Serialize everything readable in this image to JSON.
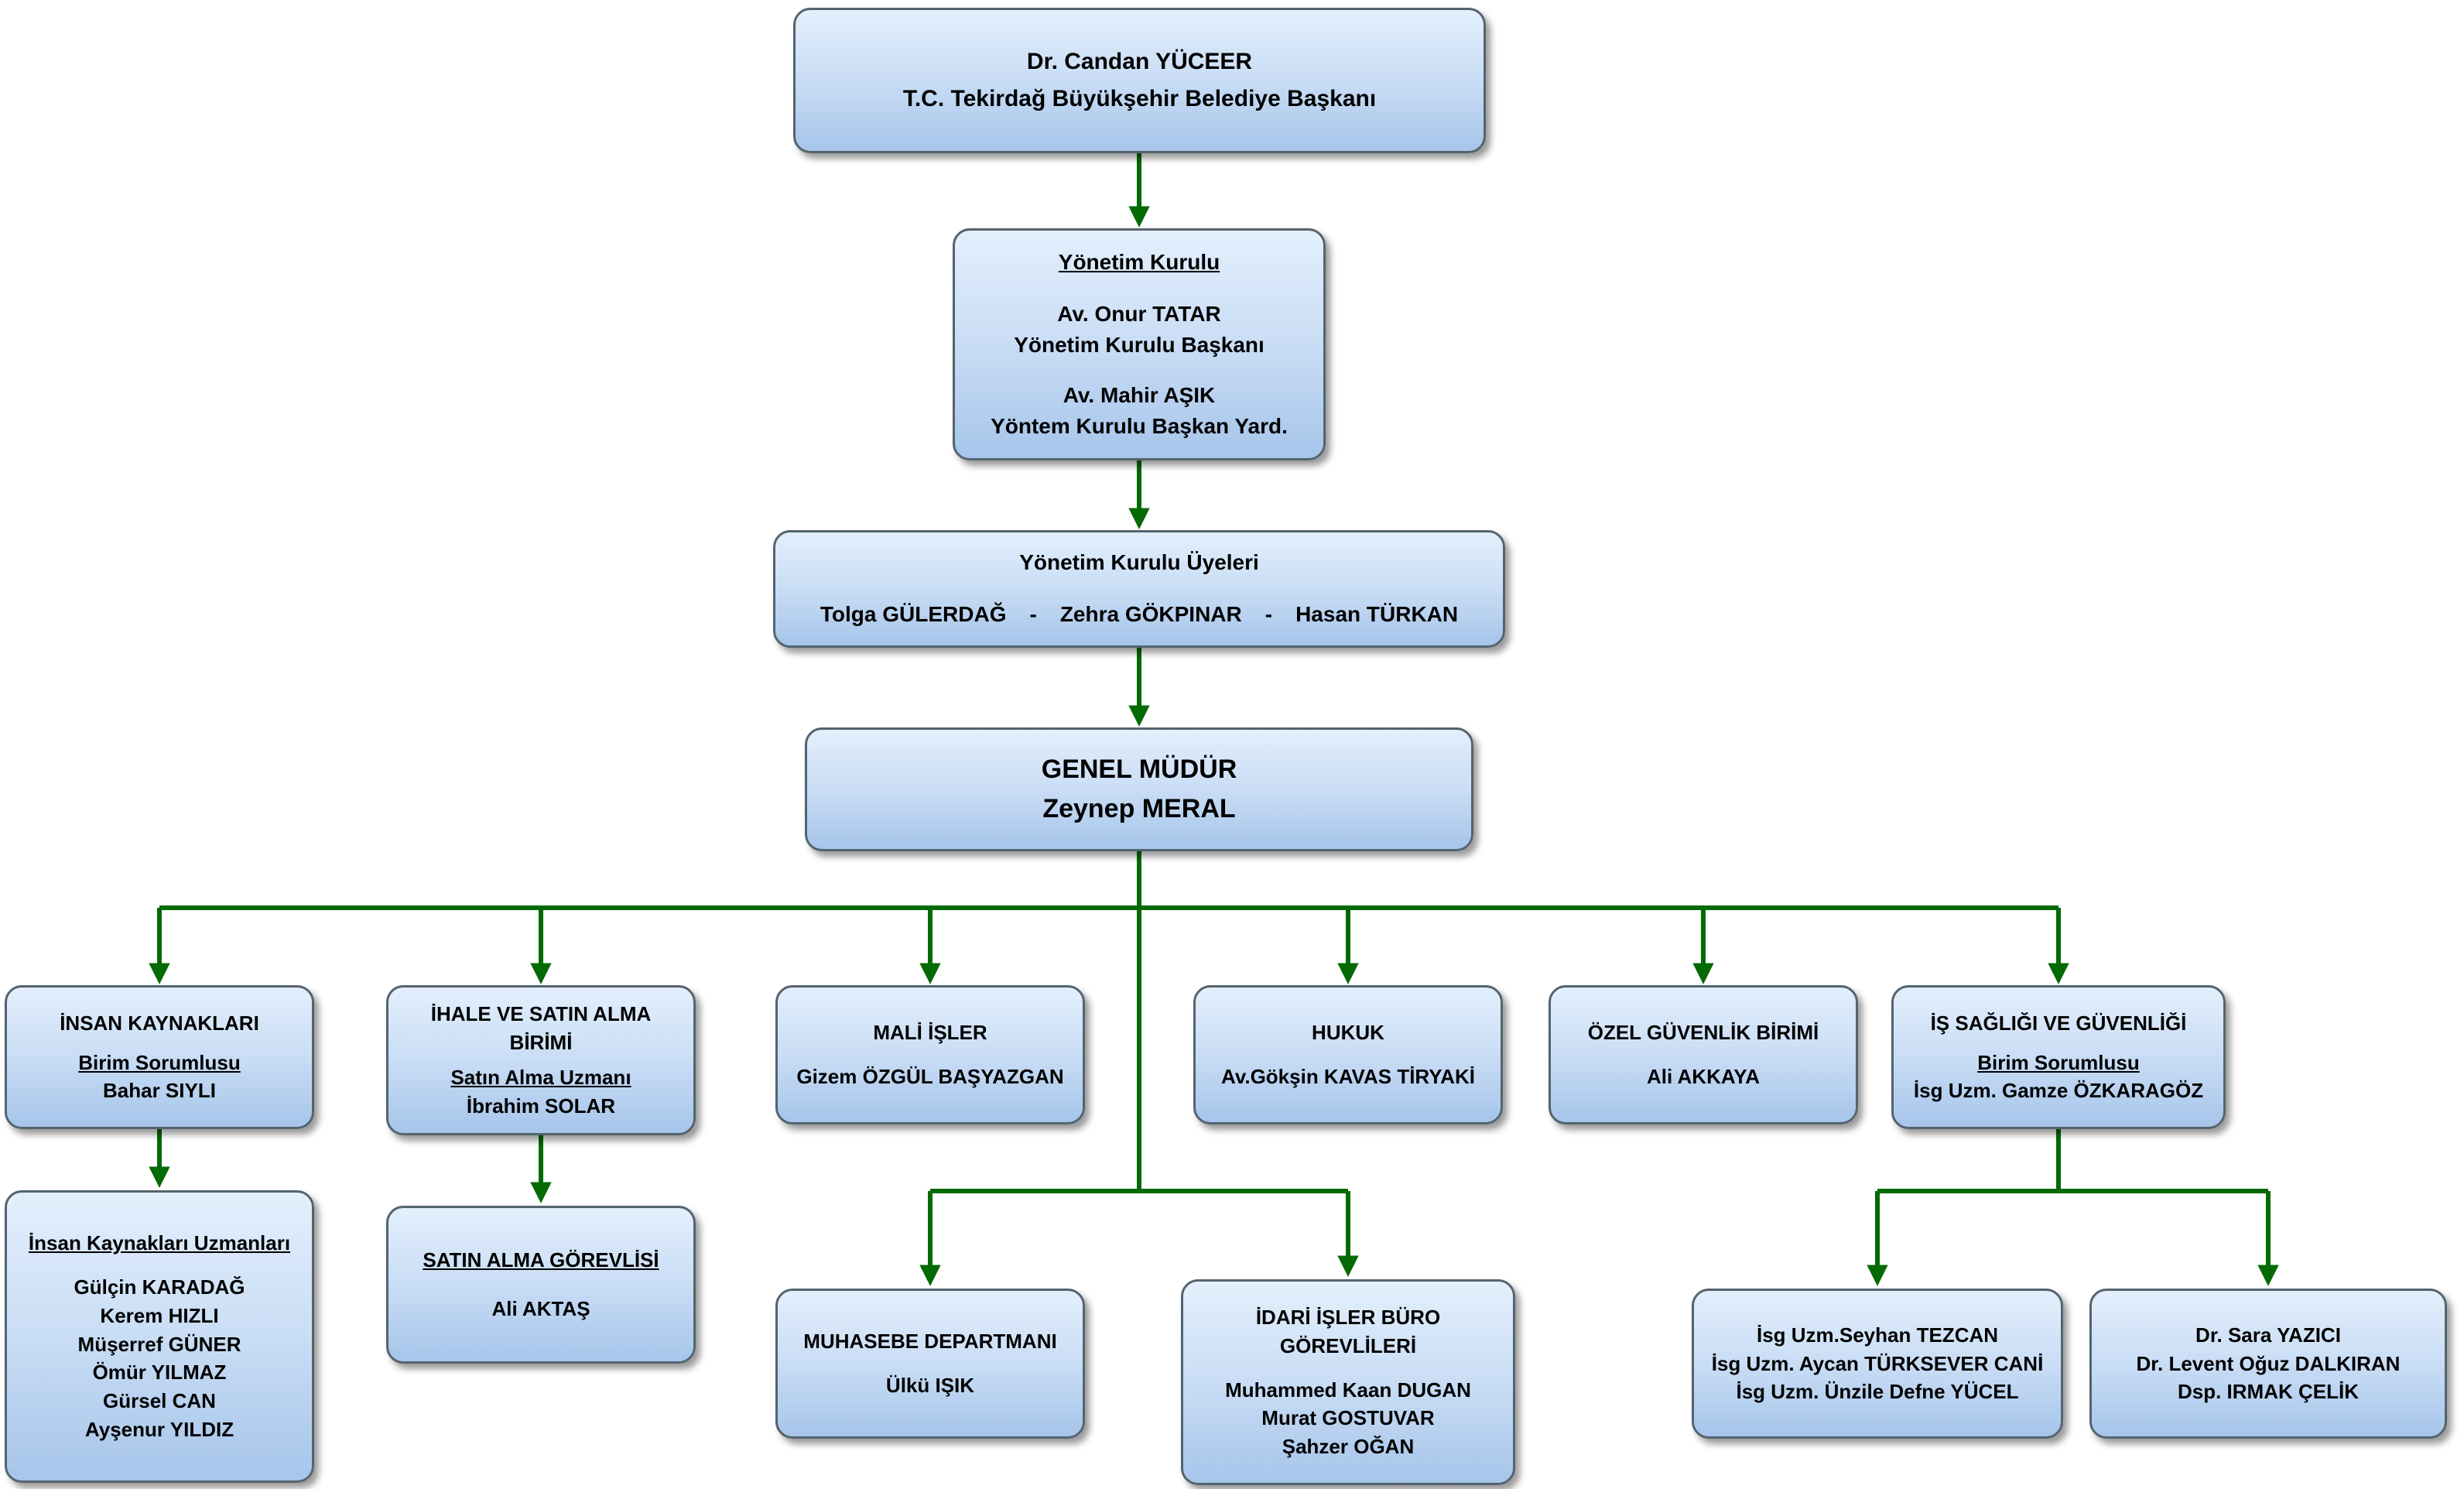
{
  "palette": {
    "connector_green": "#046a04",
    "node_fill_light": "#e3effc",
    "node_fill_dark": "#a6c5ea",
    "node_border": "#54646f",
    "text": "#000000",
    "background": "#ffffff"
  },
  "nodes": {
    "baskan": {
      "name": "Dr. Candan YÜCEER",
      "title": "T.C. Tekirdağ Büyükşehir Belediye Başkanı"
    },
    "yonetim_kurulu": {
      "heading": "Yönetim Kurulu",
      "member1_name": "Av. Onur TATAR",
      "member1_role": "Yönetim Kurulu Başkanı",
      "member2_name": "Av. Mahir AŞIK",
      "member2_role": "Yöntem Kurulu Başkan Yard."
    },
    "yonetim_kurulu_uyeleri": {
      "heading": "Yönetim Kurulu Üyeleri",
      "members": [
        "Tolga GÜLERDAĞ",
        "Zehra GÖKPINAR",
        "Hasan TÜRKAN"
      ],
      "separator": "-"
    },
    "genel_mudur": {
      "title": "GENEL MÜDÜR",
      "name": "Zeynep MERAL"
    },
    "insan_kaynaklari": {
      "title": "İNSAN KAYNAKLARI",
      "role": "Birim Sorumlusu",
      "name": "Bahar SIYLI"
    },
    "ihale_satin_alma": {
      "title": "İHALE VE SATIN ALMA BİRİMİ",
      "role": "Satın Alma Uzmanı",
      "name": "İbrahim SOLAR"
    },
    "mali_isler": {
      "title": "MALİ İŞLER",
      "name": "Gizem ÖZGÜL BAŞYAZGAN"
    },
    "hukuk": {
      "title": "HUKUK",
      "name": "Av.Gökşin KAVAS TİRYAKİ"
    },
    "ozel_guvenlik": {
      "title": "ÖZEL GÜVENLİK BİRİMİ",
      "name": "Ali AKKAYA"
    },
    "is_sagligi": {
      "title": "İŞ SAĞLIĞI VE GÜVENLİĞİ",
      "role": "Birim Sorumlusu",
      "name": "İsg Uzm. Gamze ÖZKARAGÖZ"
    },
    "ik_uzmanlari": {
      "title": "İnsan Kaynakları Uzmanları",
      "names": [
        "Gülçin KARADAĞ",
        "Kerem HIZLI",
        "Müşerref GÜNER",
        "Ömür YILMAZ",
        "Gürsel CAN",
        "Ayşenur YILDIZ"
      ]
    },
    "satin_alma_gorevlisi": {
      "title": "SATIN ALMA GÖREVLİSİ",
      "name": "Ali AKTAŞ"
    },
    "muhasebe": {
      "title": "MUHASEBE DEPARTMANI",
      "name": "Ülkü IŞIK"
    },
    "idari_isler": {
      "title": "İDARİ İŞLER BÜRO GÖREVLİLERİ",
      "names": [
        "Muhammed Kaan DUGAN",
        "Murat GOSTUVAR",
        "Şahzer OĞAN"
      ]
    },
    "isg_uzmanlari": {
      "names": [
        "İsg Uzm.Seyhan TEZCAN",
        "İsg Uzm. Aycan TÜRKSEVER CANİ",
        "İsg Uzm. Ünzile Defne YÜCEL"
      ]
    },
    "saglik_personeli": {
      "names": [
        "Dr. Sara YAZICI",
        "Dr. Levent Oğuz DALKIRAN",
        "Dsp. IRMAK ÇELİK"
      ]
    }
  }
}
